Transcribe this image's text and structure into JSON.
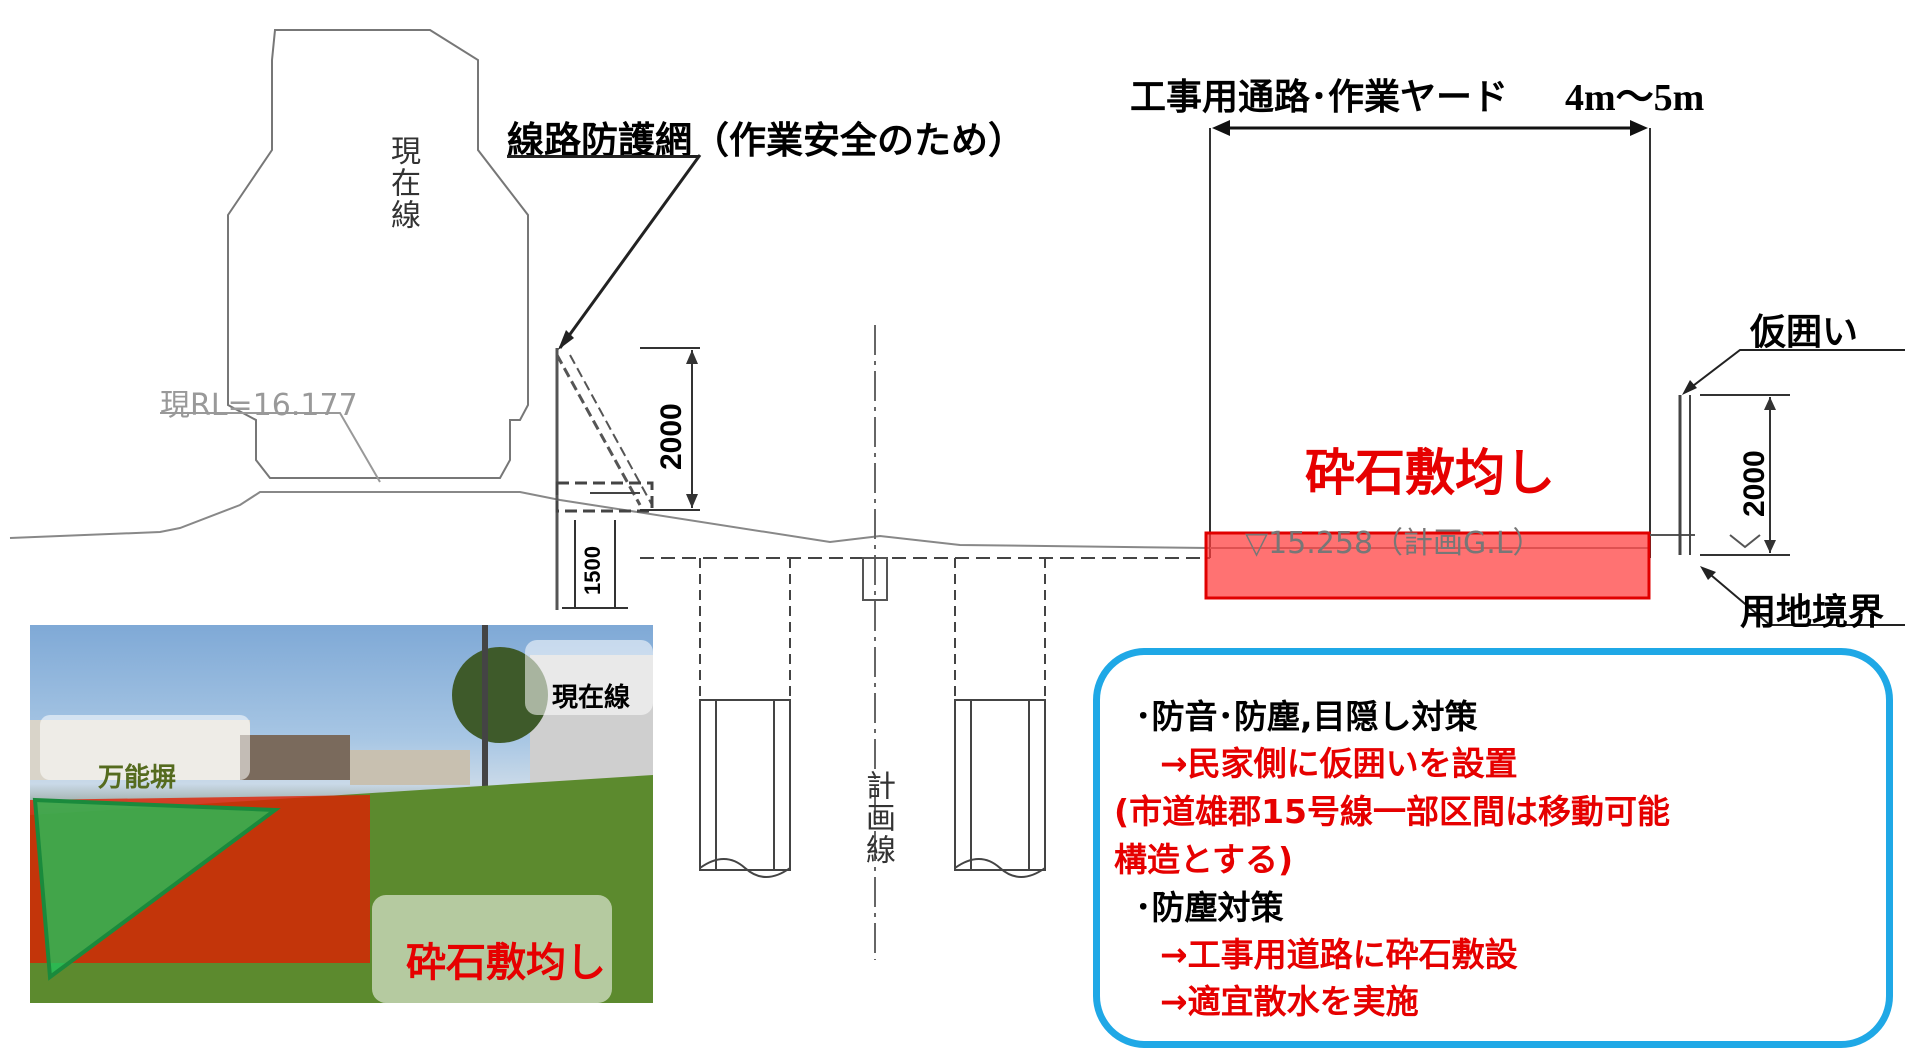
{
  "labels": {
    "current_line": "現在線",
    "net": "線路防護網（作業安全のため）",
    "road_width": "工事用通路･作業ヤード",
    "road_width_value": "4m～5m",
    "temp_fence": "仮囲い",
    "boundary": "用地境界",
    "gravel_main": "砕石敷均し",
    "current_rl": "現RL=16.177",
    "planned_gl": "▽15.258（計画G.L）",
    "dim_2000_left": "2000",
    "dim_1500": "1500",
    "dim_2000_right": "2000",
    "planned_line": "計画線"
  },
  "photo": {
    "current_line": "現在線",
    "wall": "万能塀",
    "gravel": "砕石敷均し"
  },
  "notes": {
    "line1": "･防音･防塵,目隠し対策",
    "line2": "→民家側に仮囲いを設置",
    "line3": "(市道雄郡15号線一部区間は移動可能",
    "line4": "構造とする)",
    "line5": "･防塵対策",
    "line6": "→工事用道路に砕石敷設",
    "line7": "→適宜散水を実施"
  },
  "colors": {
    "highlight_red": "#ff3b3b",
    "note_border": "#1fa8e6",
    "text_red": "#e60000",
    "wall_green": "#22c25a"
  }
}
